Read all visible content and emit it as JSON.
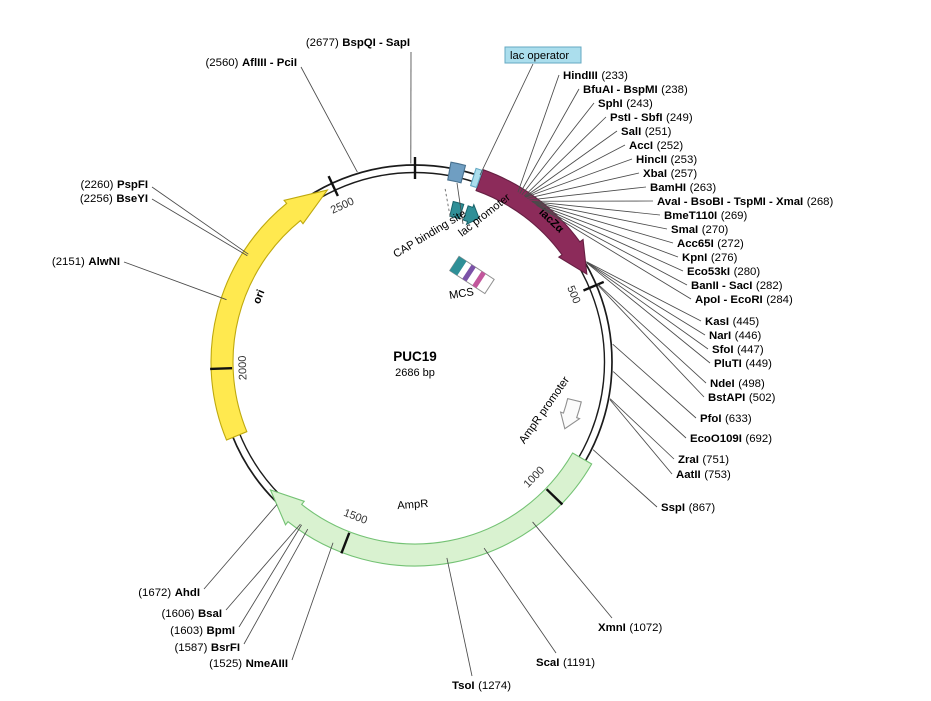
{
  "plasmid": {
    "name": "PUC19",
    "size_label": "2686 bp",
    "length_bp": 2686,
    "tick_labels": [
      "500",
      "1000",
      "1500",
      "2000",
      "2500"
    ]
  },
  "features": [
    {
      "id": "lacza",
      "label": "lacZα",
      "fill": "#8c2b5a",
      "stroke": "#662043",
      "text_color": "#ffffff"
    },
    {
      "id": "ori",
      "label": "ori",
      "fill": "#ffe94f",
      "stroke": "#bfa90e",
      "text_color": "#222222"
    },
    {
      "id": "ampr",
      "label": "AmpR",
      "fill": "#d9f2d0",
      "stroke": "#74c274",
      "text_color": "#000000"
    },
    {
      "id": "ampr-promoter",
      "label": "AmpR promoter",
      "fill": "#fbfbfb",
      "stroke": "#8f8f8f",
      "text_color": "#000000"
    },
    {
      "id": "lac-promoter",
      "label": "lac promoter",
      "fill": "#2f8f97",
      "stroke": "#19646b",
      "text_color": "#000000"
    },
    {
      "id": "cap-binding-site",
      "label": "CAP binding site",
      "fill": "#6f9ec2",
      "stroke": "#48718f",
      "text_color": "#000000"
    },
    {
      "id": "mcs",
      "label": "MCS",
      "fill": "#ffffff",
      "stroke": "#909090",
      "text_color": "#000000",
      "stripe_colors": [
        "#2f8f97",
        "#7b52a8",
        "#c2579c"
      ]
    },
    {
      "id": "lac-operator",
      "label": "lac operator",
      "fill": "#abdeed",
      "stroke": "#64a8c2",
      "text_color": "#000000"
    }
  ],
  "sites": {
    "left": [
      {
        "pos": "(2677)",
        "name": "BspQI - SapI",
        "bp": 2677
      },
      {
        "pos": "(2560)",
        "name": "AflIII - PciI",
        "bp": 2560
      },
      {
        "pos": "(2260)",
        "name": "PspFI",
        "bp": 2260
      },
      {
        "pos": "(2256)",
        "name": "BseYI",
        "bp": 2256
      },
      {
        "pos": "(2151)",
        "name": "AlwNI",
        "bp": 2151
      },
      {
        "pos": "(1672)",
        "name": "AhdI",
        "bp": 1672
      },
      {
        "pos": "(1606)",
        "name": "BsaI",
        "bp": 1606
      },
      {
        "pos": "(1603)",
        "name": "BpmI",
        "bp": 1603
      },
      {
        "pos": "(1587)",
        "name": "BsrFI",
        "bp": 1587
      },
      {
        "pos": "(1525)",
        "name": "NmeAIII",
        "bp": 1525
      }
    ],
    "bottom": [
      {
        "name": "TsoI",
        "pos": "(1274)",
        "bp": 1274
      },
      {
        "name": "ScaI",
        "pos": "(1191)",
        "bp": 1191
      },
      {
        "name": "XmnI",
        "pos": "(1072)",
        "bp": 1072
      }
    ],
    "right": [
      {
        "name": "HindIII",
        "pos": "(233)",
        "bp": 233
      },
      {
        "name": "BfuAI - BspMI",
        "pos": "(238)",
        "bp": 238
      },
      {
        "name": "SphI",
        "pos": "(243)",
        "bp": 243
      },
      {
        "name": "PstI - SbfI",
        "pos": "(249)",
        "bp": 249
      },
      {
        "name": "SalI",
        "pos": "(251)",
        "bp": 251
      },
      {
        "name": "AccI",
        "pos": "(252)",
        "bp": 252
      },
      {
        "name": "HincII",
        "pos": "(253)",
        "bp": 253
      },
      {
        "name": "XbaI",
        "pos": "(257)",
        "bp": 257
      },
      {
        "name": "BamHI",
        "pos": "(263)",
        "bp": 263
      },
      {
        "name": "AvaI - BsoBI - TspMI - XmaI",
        "pos": "(268)",
        "bp": 268
      },
      {
        "name": "BmeT110I",
        "pos": "(269)",
        "bp": 269
      },
      {
        "name": "SmaI",
        "pos": "(270)",
        "bp": 270
      },
      {
        "name": "Acc65I",
        "pos": "(272)",
        "bp": 272
      },
      {
        "name": "KpnI",
        "pos": "(276)",
        "bp": 276
      },
      {
        "name": "Eco53kI",
        "pos": "(280)",
        "bp": 280
      },
      {
        "name": "BanII - SacI",
        "pos": "(282)",
        "bp": 282
      },
      {
        "name": "ApoI - EcoRI",
        "pos": "(284)",
        "bp": 284
      },
      {
        "name": "KasI",
        "pos": "(445)",
        "bp": 445
      },
      {
        "name": "NarI",
        "pos": "(446)",
        "bp": 446
      },
      {
        "name": "SfoI",
        "pos": "(447)",
        "bp": 447
      },
      {
        "name": "PluTI",
        "pos": "(449)",
        "bp": 449
      },
      {
        "name": "NdeI",
        "pos": "(498)",
        "bp": 498
      },
      {
        "name": "BstAPI",
        "pos": "(502)",
        "bp": 502
      },
      {
        "name": "PfoI",
        "pos": "(633)",
        "bp": 633
      },
      {
        "name": "EcoO109I",
        "pos": "(692)",
        "bp": 692
      },
      {
        "name": "ZraI",
        "pos": "(751)",
        "bp": 751
      },
      {
        "name": "AatII",
        "pos": "(753)",
        "bp": 753
      },
      {
        "name": "SspI",
        "pos": "(867)",
        "bp": 867
      }
    ]
  }
}
